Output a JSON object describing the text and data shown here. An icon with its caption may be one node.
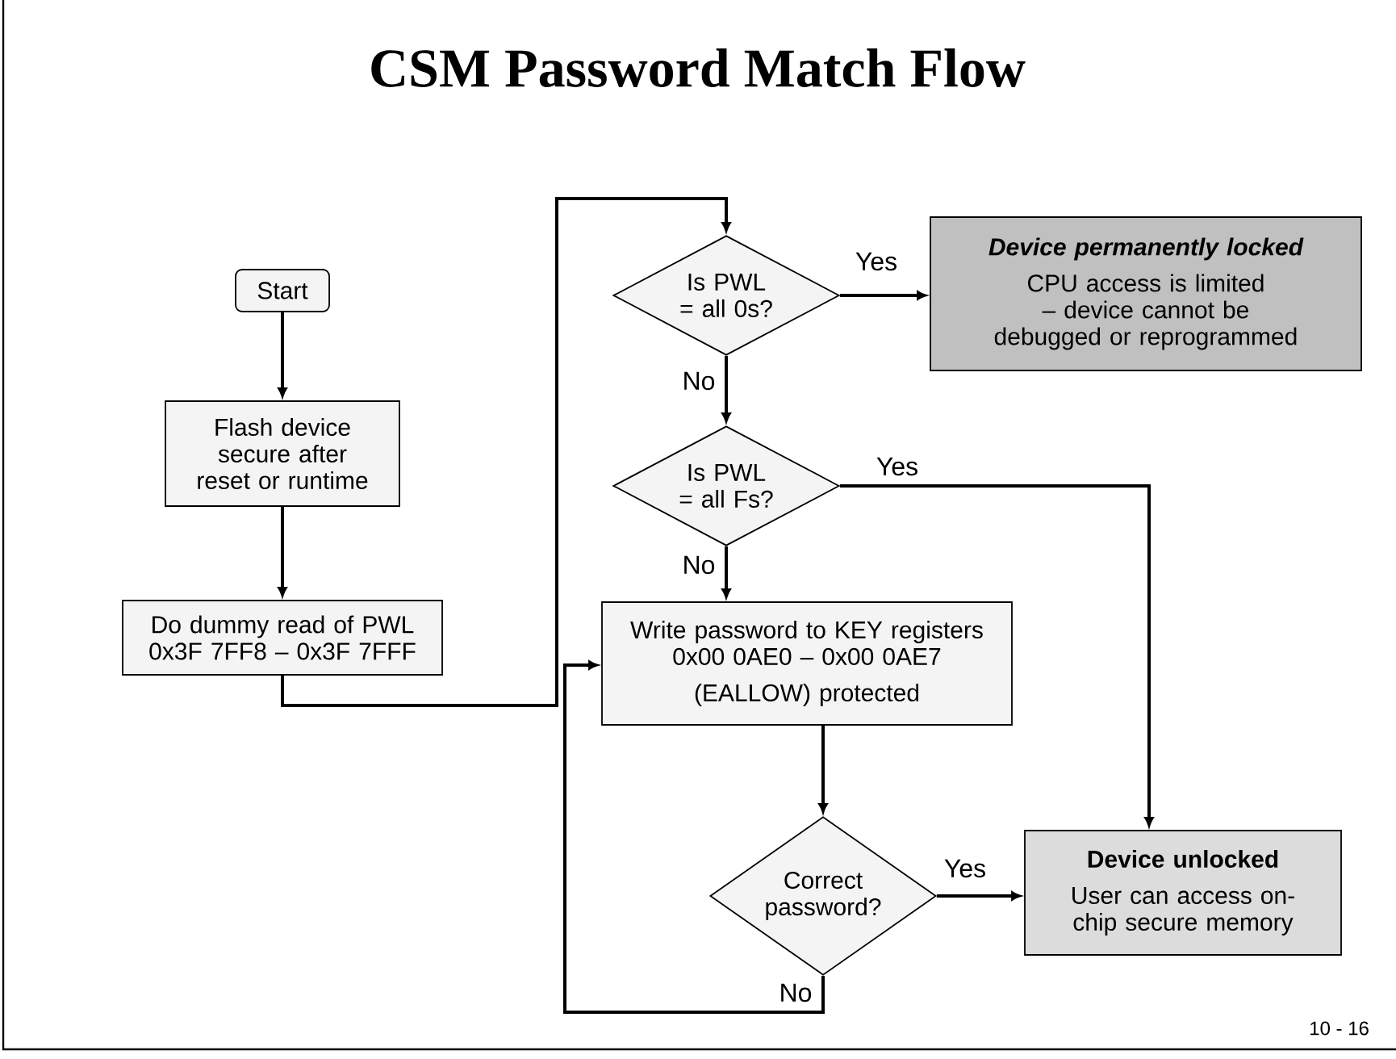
{
  "diagram": {
    "title": "CSM Password Match Flow",
    "nodes": [
      {
        "text": [
          "Start"
        ]
      },
      {
        "text": [
          "Flash device secure after reset or runtime"
        ]
      },
      {
        "text": [
          "Do dummy read of PWL 0x3F 7FF8 – 0x3F 7FFF"
        ]
      },
      {
        "text": [
          "Is PWL = all 0s?"
        ]
      },
      {
        "text": [
          "Device permanently locked",
          "CPU access is limited – device cannot be debugged or reprogrammed"
        ]
      },
      {
        "text": [
          "Is PWL = all Fs?"
        ]
      },
      {
        "text": [
          "Write password to KEY registers 0x00 0AE0 – 0x00 0AE7",
          "(EALLOW) protected"
        ]
      },
      {
        "text": [
          "Correct password?"
        ]
      },
      {
        "text": [
          "Device unlocked",
          "User can access on-chip secure memory"
        ]
      }
    ],
    "edges": [
      {
        "from": 0,
        "to": 1,
        "arrow": "to"
      },
      {
        "from": 1,
        "to": 2,
        "arrow": "to"
      },
      {
        "from": 2,
        "to": 3,
        "arrow": "to"
      },
      {
        "from": 3,
        "to": 4,
        "arrow": "to",
        "label": "Yes"
      },
      {
        "from": 3,
        "to": 5,
        "arrow": "to",
        "label": "No"
      },
      {
        "from": 5,
        "to": 8,
        "arrow": "to",
        "label": "Yes"
      },
      {
        "from": 5,
        "to": 6,
        "arrow": "to",
        "label": "No"
      },
      {
        "from": 6,
        "to": 7,
        "arrow": "to"
      },
      {
        "from": 7,
        "to": 8,
        "arrow": "to",
        "label": "Yes"
      },
      {
        "from": 7,
        "to": 6,
        "arrow": "to",
        "label": "No"
      }
    ],
    "labels": [
      "10 - 16"
    ]
  }
}
